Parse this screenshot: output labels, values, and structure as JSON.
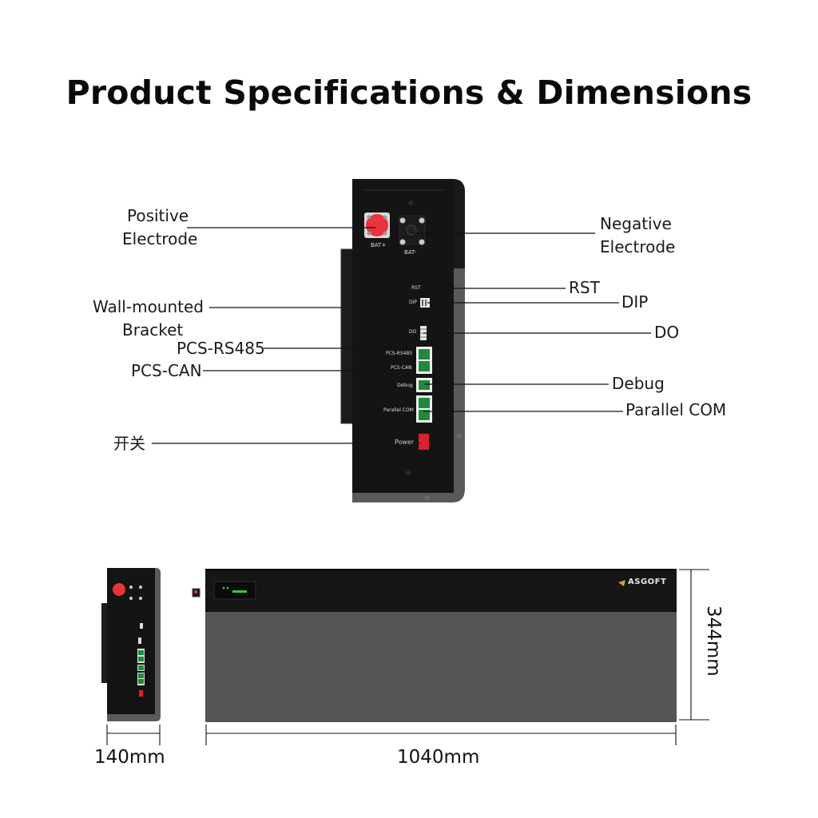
{
  "title": "Product Specifications & Dimensions",
  "callouts": {
    "positive": [
      "Positive",
      "Electrode"
    ],
    "negative": [
      "Negative",
      "Electrode"
    ],
    "bracket": [
      "Wall-mounted",
      "Bracket"
    ],
    "pcs_rs485": "PCS-RS485",
    "pcs_can": "PCS-CAN",
    "switch": "开关",
    "rst": "RST",
    "dip": "DIP",
    "do": "DO",
    "debug": "Debug",
    "parallel_com": "Parallel COM"
  },
  "panel_labels": {
    "bat_pos": "BAT+",
    "bat_neg": "BAT-",
    "rst": "RST",
    "dip": "DIP",
    "do": "DO",
    "pcs_rs485": "PCS-RS485",
    "pcs_can": "PCS-CAN",
    "debug": "Debug",
    "parallel_com": "Parallel COM",
    "power": "Power"
  },
  "brand": "ASGOFT",
  "dimensions": {
    "depth": "140mm",
    "width": "1040mm",
    "height": "344mm"
  },
  "colors": {
    "body_black": "#141414",
    "body_gray": "#545454",
    "positive_red": "#e8343a",
    "port_green": "#1e8a3c"
  }
}
